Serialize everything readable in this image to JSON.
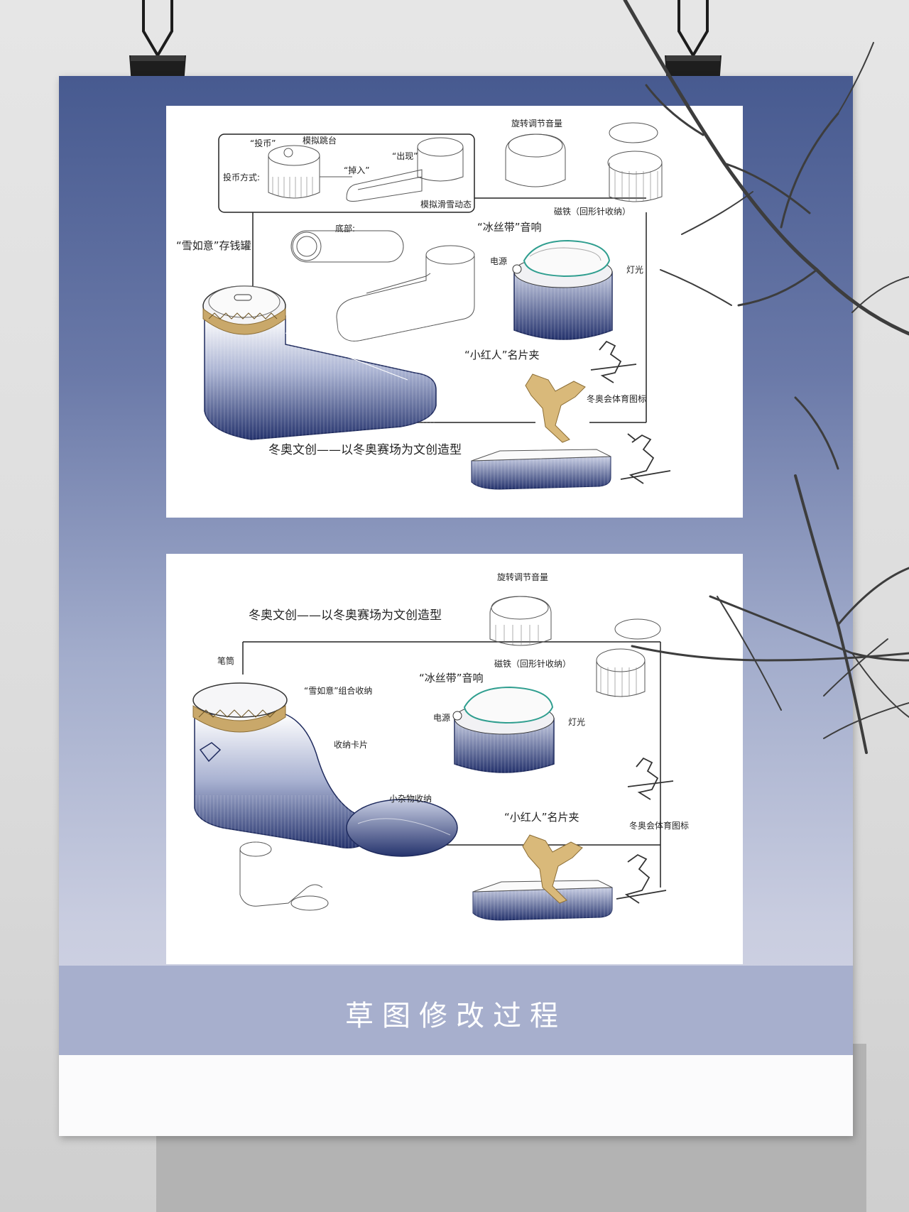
{
  "poster": {
    "title": "草图修改过程"
  },
  "panel_top": {
    "labels": {
      "coin": "“投币”",
      "simulate_jump": "模拟跳台",
      "coin_method": "投币方式:",
      "drop_in": "“掉入”",
      "appear": "“出现”",
      "simulate_ski": "模拟滑雪动态",
      "rotate_volume": "旋转调节音量",
      "bottom": "底部:",
      "snow_ruyi_bank": "“雪如意”存钱罐",
      "ice_ribbon_speaker": "“冰丝带”音响",
      "magnet": "磁铁（回形针收纳）",
      "power": "电源",
      "light": "灯光",
      "little_red_man": "“小红人”名片夹",
      "olympic_icon": "冬奥会体育图标",
      "caption": "冬奥文创——以冬奥赛场为文创造型"
    }
  },
  "panel_bottom": {
    "labels": {
      "caption": "冬奥文创——以冬奥赛场为文创造型",
      "rotate_volume": "旋转调节音量",
      "pen_holder": "笔筒",
      "snow_ruyi_storage": "“雪如意”组合收纳",
      "ice_ribbon_speaker": "“冰丝带”音响",
      "magnet": "磁铁（回形针收纳）",
      "power": "电源",
      "light": "灯光",
      "card_storage": "收纳卡片",
      "small_items": "小杂物收纳",
      "little_red_man": "“小红人”名片夹",
      "olympic_icon": "冬奥会体育图标"
    }
  },
  "colors": {
    "navy": "#2c3a74",
    "gold": "#c9a86a",
    "teal": "#2f9e8f",
    "poster_top": "#475a90",
    "band": "#a7afcd"
  }
}
